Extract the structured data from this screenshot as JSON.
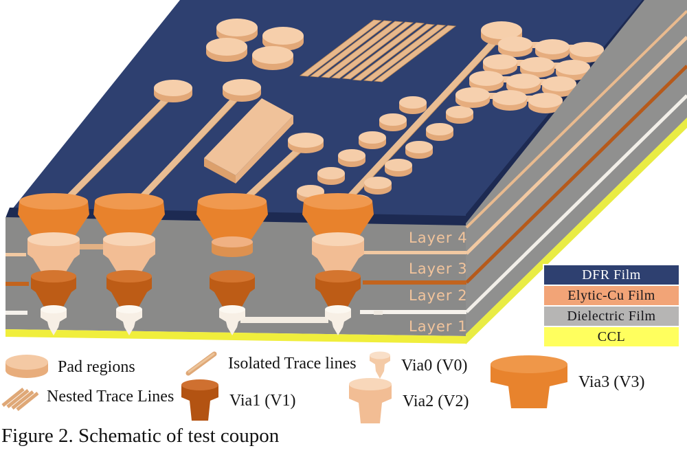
{
  "figure": {
    "caption": "Figure 2. Schematic of test coupon"
  },
  "scene": {
    "layer_labels": [
      "Layer 4",
      "Layer 3",
      "Layer 2",
      "Layer 1"
    ],
    "colors": {
      "dfr_film_top": "#2e4070",
      "dfr_film_edge": "#1d2a52",
      "dielectric_gray": "#8a8a89",
      "ccl_yellow": "#eeee3c",
      "copper_pad": "#f5cda9",
      "copper_trace": "#e5b78b",
      "via0_cream": "#f7efe5",
      "via1_dark_orange": "#bd5c16",
      "via2_light_orange": "#f2bd94",
      "via3_orange": "#e8822c",
      "layer_label_text": "#f2c49c"
    }
  },
  "material_legend": {
    "rows": [
      {
        "label": "DFR Film",
        "color": "#2e4070"
      },
      {
        "label": "Elytic-Cu Film",
        "color": "#f2a477"
      },
      {
        "label": "Dielectric Film",
        "color": "#b6b5b4"
      },
      {
        "label": "CCL",
        "color": "#ffff5e"
      }
    ]
  },
  "symbol_legend": {
    "pad": "Pad regions",
    "isolated_trace": "Isolated Trace lines",
    "via0": "Via0 (V0)",
    "nested_trace": "Nested Trace Lines",
    "via1": "Via1 (V1)",
    "via2": "Via2 (V2)",
    "via3": "Via3 (V3)"
  }
}
